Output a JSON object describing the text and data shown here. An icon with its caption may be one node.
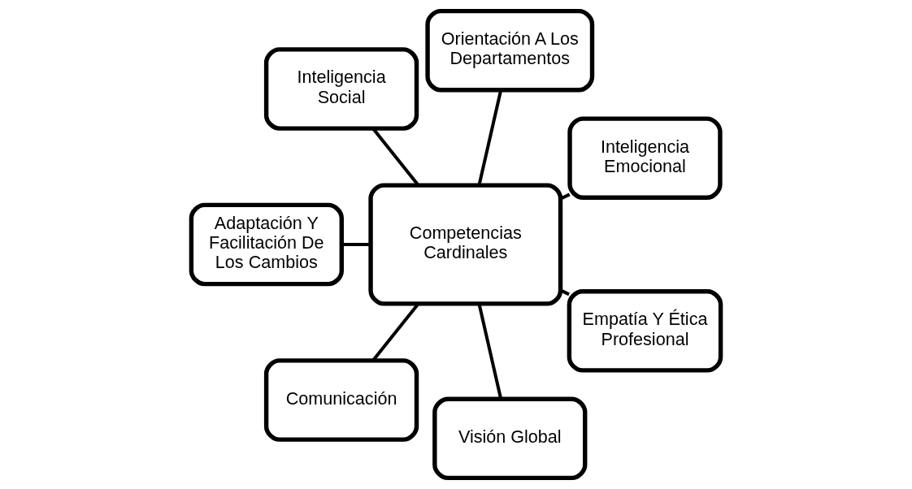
{
  "diagram": {
    "nodes": [
      {
        "text": [
          "Inteligencia Emocional"
        ]
      },
      {
        "text": [
          "Orientación A Los Departamentos"
        ]
      },
      {
        "text": [
          "Inteligencia Social"
        ]
      },
      {
        "text": [
          "Competencias Cardinales"
        ]
      },
      {
        "text": [
          "Adaptación Y Facilitación De Los Cambios"
        ]
      },
      {
        "text": [
          "Comunicación"
        ]
      },
      {
        "text": [
          "Visión Global"
        ]
      },
      {
        "text": [
          "Empatía Y Ética Profesional"
        ]
      }
    ],
    "edges": [
      {
        "from": 3,
        "to": 0,
        "arrow": "none"
      },
      {
        "from": 3,
        "to": 1,
        "arrow": "none"
      },
      {
        "from": 3,
        "to": 4,
        "arrow": "none"
      },
      {
        "from": 3,
        "to": 6,
        "arrow": "none"
      },
      {
        "from": 3,
        "to": 7,
        "arrow": "none"
      },
      {
        "from": 3,
        "to": 5,
        "arrow": "none"
      },
      {
        "from": 3,
        "to": 2,
        "arrow": "none"
      }
    ]
  }
}
